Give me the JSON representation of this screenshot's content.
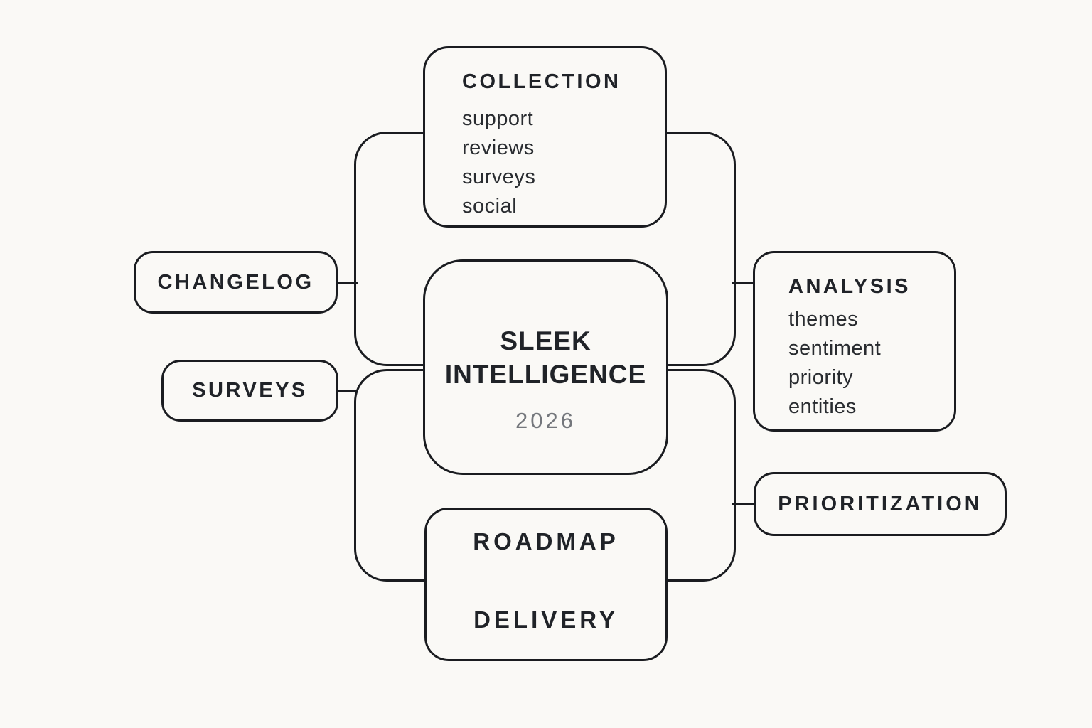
{
  "theme": {
    "background": "#faf9f6",
    "line": "#1a1c20",
    "title_color": "#202328",
    "item_color": "#292c30",
    "muted_color": "#74777c"
  },
  "center": {
    "title_line1": "SLEEK",
    "title_line2": "INTELLIGENCE",
    "year": "2026"
  },
  "collection": {
    "title": "COLLECTION",
    "items": [
      "support",
      "reviews",
      "surveys",
      "social"
    ]
  },
  "analysis": {
    "title": "ANALYSIS",
    "items": [
      "themes",
      "sentiment",
      "priority",
      "entities"
    ]
  },
  "changelog": {
    "title": "CHANGELOG"
  },
  "surveys": {
    "title": "SURVEYS"
  },
  "prioritization": {
    "title": "PRIORITIZATION"
  },
  "roadmap": {
    "title": "ROADMAP"
  },
  "delivery": {
    "title": "DELIVERY"
  }
}
